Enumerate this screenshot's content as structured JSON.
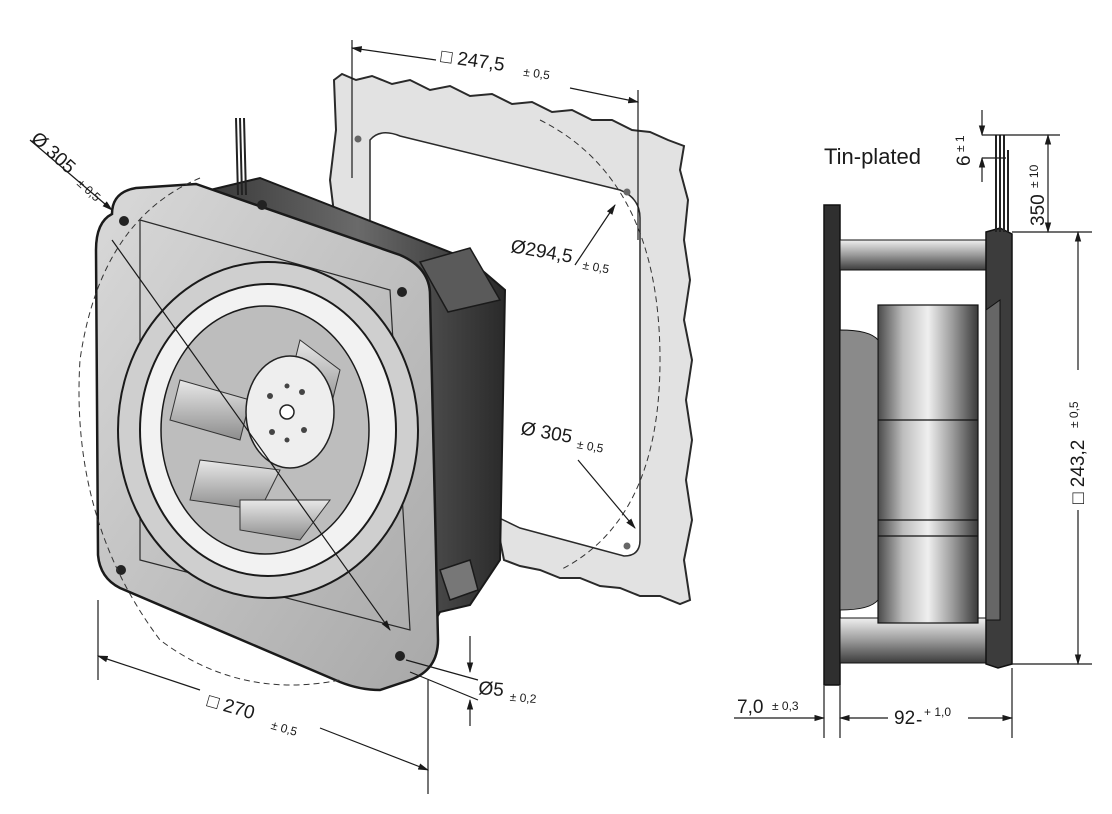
{
  "drawing": {
    "side_view": {
      "wire_label": "Tin-plated"
    },
    "dimensions": {
      "flange_square": {
        "nominal": "□ 270",
        "tolerance": "± 0,5"
      },
      "flange_circle": {
        "nominal": "Ø 305",
        "tolerance": "± 0,5"
      },
      "cutout_square": {
        "nominal": "□ 247,5",
        "tolerance": "± 0,5"
      },
      "cutout_circle": {
        "nominal": "Ø294,5",
        "tolerance": "± 0,5"
      },
      "hole_circle": {
        "nominal": "Ø 305",
        "tolerance": "± 0,5"
      },
      "hole_diameter": {
        "nominal": "Ø5",
        "tolerance": "± 0,2"
      },
      "wire_strip": {
        "nominal": "6",
        "tolerance": "± 1"
      },
      "wire_length": {
        "nominal": "350",
        "tolerance": "± 10"
      },
      "body_square": {
        "nominal": "□ 243,2",
        "tolerance": "± 0,5"
      },
      "flange_thickness": {
        "nominal": "7,0",
        "tolerance": "± 0,3"
      },
      "depth": {
        "nominal": "92",
        "tolerance": "+ 1,0",
        "minus": "-"
      }
    }
  }
}
